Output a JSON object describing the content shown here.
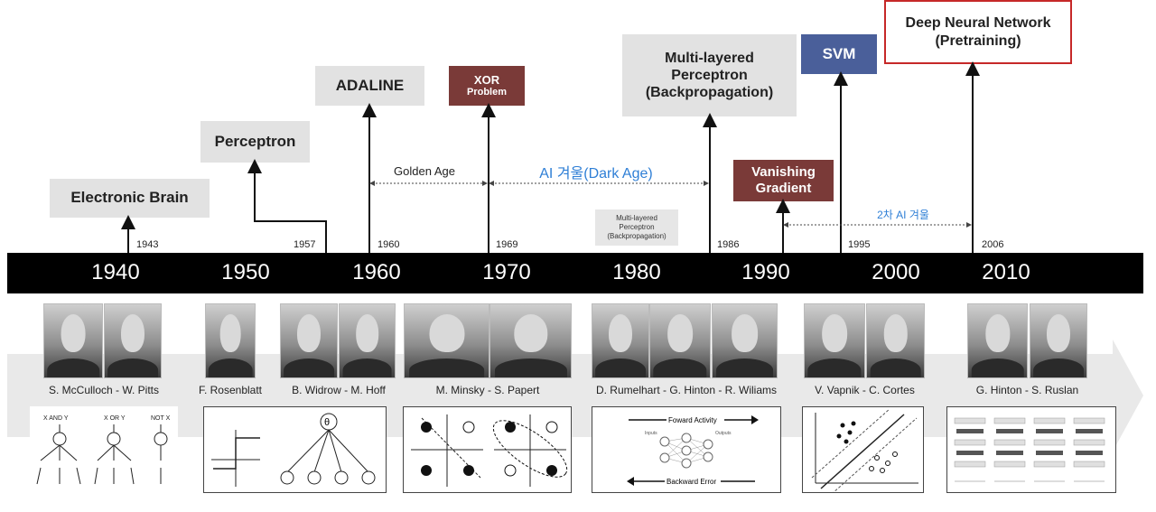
{
  "milestones": {
    "electronic_brain": "Electronic Brain",
    "perceptron": "Perceptron",
    "adaline": "ADALINE",
    "xor_line1": "XOR",
    "xor_line2": "Problem",
    "mlp_line1": "Multi-layered",
    "mlp_line2": "Perceptron",
    "mlp_line3": "(Backpropagation)",
    "svm": "SVM",
    "dnn_line1": "Deep Neural Network",
    "dnn_line2": "(Pretraining)",
    "vanishing_line1": "Vanishing",
    "vanishing_line2": "Gradient",
    "small_mlp_line1": "Multi-layered",
    "small_mlp_line2": "Perceptron",
    "small_mlp_line3": "(Backpropagation)"
  },
  "eras": {
    "golden_age": "Golden Age",
    "dark_age": "AI 겨울(Dark Age)",
    "second_winter": "2차 AI 겨울"
  },
  "years": [
    "1943",
    "1957",
    "1960",
    "1969",
    "1986",
    "1995",
    "2006"
  ],
  "decades": [
    "1940",
    "1950",
    "1960",
    "1970",
    "1980",
    "1990",
    "2000",
    "2010"
  ],
  "people": [
    "S. McCulloch - W. Pitts",
    "F. Rosenblatt",
    "B. Widrow - M. Hoff",
    "M. Minsky - S. Papert",
    "D. Rumelhart - G. Hinton - R. Wiliams",
    "V. Vapnik - C. Cortes",
    "G. Hinton - S. Ruslan"
  ],
  "diagram_labels": {
    "x_and_y": "X AND Y",
    "x_or_y": "X OR Y",
    "not_x": "NOT X",
    "theta": "θ",
    "forward_activity": "Foward Activity",
    "backward_error": "Backward Error",
    "inputs": "Inputs",
    "outputs": "Outputs"
  },
  "colors": {
    "timeline_band": "#000000",
    "milestone_box": "#e2e2e2",
    "xor_box": "#7a3a38",
    "svm_box": "#4a5f9a",
    "dnn_border": "#c62828",
    "dark_age_text": "#2f7fd6"
  }
}
